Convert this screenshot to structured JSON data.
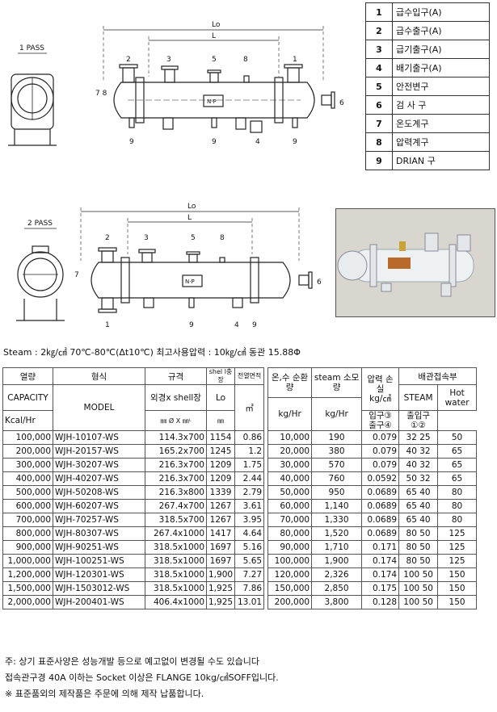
{
  "legend": [
    {
      "no": "1",
      "label": "급수입구(A)"
    },
    {
      "no": "2",
      "label": "급수출구(A)"
    },
    {
      "no": "3",
      "label": "급기출구(A)"
    },
    {
      "no": "4",
      "label": "배기출구(A)"
    },
    {
      "no": "5",
      "label": "안전변구"
    },
    {
      "no": "6",
      "label": "검 사 구"
    },
    {
      "no": "7",
      "label": "온도계구"
    },
    {
      "no": "8",
      "label": "압력계구"
    },
    {
      "no": "9",
      "label": "DRIAN 구"
    }
  ],
  "drawing1": {
    "pass_label": "1 PASS",
    "lo": "Lo",
    "l": "L",
    "np": "N·P",
    "labels": {
      "n2": "2",
      "n3": "3",
      "n5": "5",
      "n8": "8",
      "n1": "1",
      "n78": "7 8",
      "n6": "6",
      "n9a": "9",
      "n9b": "9",
      "n9c": "9",
      "n4": "4"
    }
  },
  "drawing2": {
    "pass_label": "2 PASS",
    "lo": "Lo",
    "l": "L",
    "np": "N·P",
    "labels": {
      "n2": "2",
      "n3": "3",
      "n5": "5",
      "n8": "8",
      "n7": "7",
      "n6": "6",
      "n1": "1",
      "n9a": "9",
      "n9b": "9",
      "n4": "4"
    }
  },
  "steam_line": "Steam : 2㎏/㎠ 70℃-80℃(Δt10℃) 최고사용압력 : 10㎏/㎠ 동관 15.88Φ",
  "table": {
    "h_capacity": "열량",
    "h_model": "형식",
    "h_spec": "규격",
    "h_shell": "shel l충장",
    "h_area": "전열면적",
    "h_water": "온,수 순환량",
    "h_steam": "steam 소모량",
    "h_loss": "압력 손실",
    "h_pipe": "배관접속부",
    "h_capacity_en": "CAPACITY",
    "h_model_en": "MODEL",
    "h_spec_sub": "외경x shell장",
    "h_lo": "Lo",
    "h_area_unit": "㎡",
    "h_water_unit": "kg/Hr",
    "h_steam_unit": "kg/Hr",
    "h_loss_unit": "kg/㎠",
    "h_pipe_steam": "STEAM",
    "h_pipe_hot": "Hot water",
    "h_kcal": "Kcal/Hr",
    "h_spec_unit": "㎜ Ø X ㎜ᴸ",
    "h_lo_unit": "㎜",
    "h_in_out": "입구③ 출구④",
    "h_out_in": "출입구 ①②",
    "rows": [
      [
        "100,000",
        "WJH-10107-WS",
        "114.3x700",
        "1154",
        "0.86",
        "10,000",
        "190",
        "0.079",
        "32 25",
        "50"
      ],
      [
        "200,000",
        "WJH-20157-WS",
        "165.2x700",
        "1245",
        "1.2",
        "20,000",
        "380",
        "0.079",
        "40 32",
        "65"
      ],
      [
        "300,000",
        "WJH-30207-WS",
        "216.3x700",
        "1209",
        "1.75",
        "30,000",
        "570",
        "0.079",
        "40 32",
        "65"
      ],
      [
        "400,000",
        "WJH-40207-WS",
        "216.3x700",
        "1209",
        "2.44",
        "40,000",
        "760",
        "0.0592",
        "50 32",
        "65"
      ],
      [
        "500,000",
        "WJH-50208-WS",
        "216.3x800",
        "1339",
        "2.79",
        "50,000",
        "950",
        "0.0689",
        "65 40",
        "80"
      ],
      [
        "600,000",
        "WJH-60207-WS",
        "267.4x700",
        "1267",
        "3.61",
        "60,000",
        "1,140",
        "0.0689",
        "65 40",
        "80"
      ],
      [
        "700,000",
        "WJH-70257-WS",
        "318.5x700",
        "1267",
        "3.95",
        "70,000",
        "1,330",
        "0.0689",
        "65 40",
        "80"
      ],
      [
        "800,000",
        "WJH-80307-WS",
        "267.4x1000",
        "1417",
        "4.64",
        "80,000",
        "1,520",
        "0.0689",
        "80 50",
        "125"
      ],
      [
        "900,000",
        "WJH-90251-WS",
        "318.5x1000",
        "1697",
        "5.16",
        "90,000",
        "1,710",
        "0.171",
        "80 50",
        "125"
      ],
      [
        "1,000,000",
        "WJH-100251-WS",
        "318.5x1000",
        "1697",
        "5.65",
        "100,000",
        "1,900",
        "0.174",
        "80 50",
        "125"
      ],
      [
        "1,200,000",
        "WJH-120301-WS",
        "318.5x1000",
        "1,900",
        "7.27",
        "120,000",
        "2,326",
        "0.174",
        "100 50",
        "150"
      ],
      [
        "1,500,000",
        "WJH-1503012-WS",
        "318.5x1000",
        "1,925",
        "7.86",
        "150,000",
        "2,850",
        "0.175",
        "100 50",
        "150"
      ],
      [
        "2,000,000",
        "WJH-200401-WS",
        "406.4x1000",
        "1,925",
        "13.01",
        "200,000",
        "3,800",
        "0.128",
        "100 50",
        "150"
      ]
    ]
  },
  "notes": [
    "주: 상기 표준사양은 성능개발 등으로 예고없이 변경될 수도 있습니다",
    "접속관구경 40A 이하는 Socket 이상은 FLANGE 10kg/㎠SOFF입니다.",
    "※ 표준품외의 제작품은 주문에 의해 제작 납품합니다."
  ]
}
